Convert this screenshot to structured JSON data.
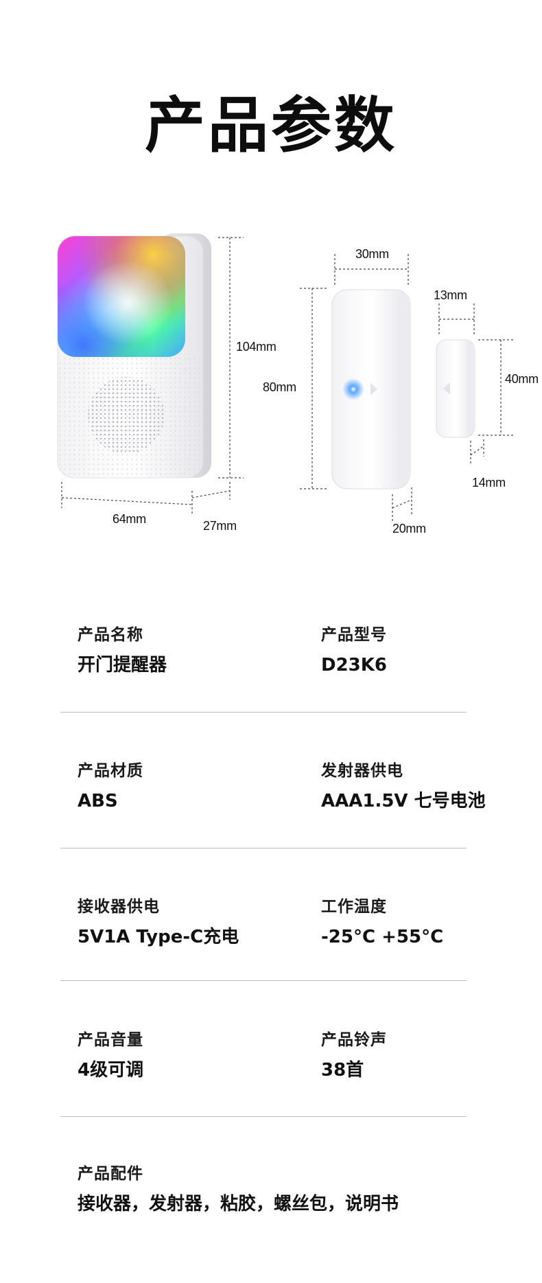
{
  "page_title": "产品参数",
  "dimensions": {
    "receiver_width": "64mm",
    "receiver_depth": "27mm",
    "receiver_height": "104mm",
    "sensor_width": "30mm",
    "sensor_height": "80mm",
    "sensor_depth": "20mm",
    "magnet_width": "13mm",
    "magnet_height": "40mm",
    "magnet_depth": "14mm"
  },
  "specs": [
    {
      "left": {
        "label": "产品名称",
        "value": "开门提醒器"
      },
      "right": {
        "label": "产品型号",
        "value": "D23K6"
      }
    },
    {
      "left": {
        "label": "产品材质",
        "value": "ABS"
      },
      "right": {
        "label": "发射器供电",
        "value": "AAA1.5V 七号电池"
      }
    },
    {
      "left": {
        "label": "接收器供电",
        "value": "5V1A Type-C充电"
      },
      "right": {
        "label": "工作温度",
        "value": "-25°C +55°C"
      }
    },
    {
      "left": {
        "label": "产品音量",
        "value": "4级可调"
      },
      "right": {
        "label": "产品铃声",
        "value": "38首"
      }
    },
    {
      "left": {
        "label": "产品配件",
        "value": "接收器，发射器，粘胶，螺丝包，说明书"
      }
    }
  ]
}
